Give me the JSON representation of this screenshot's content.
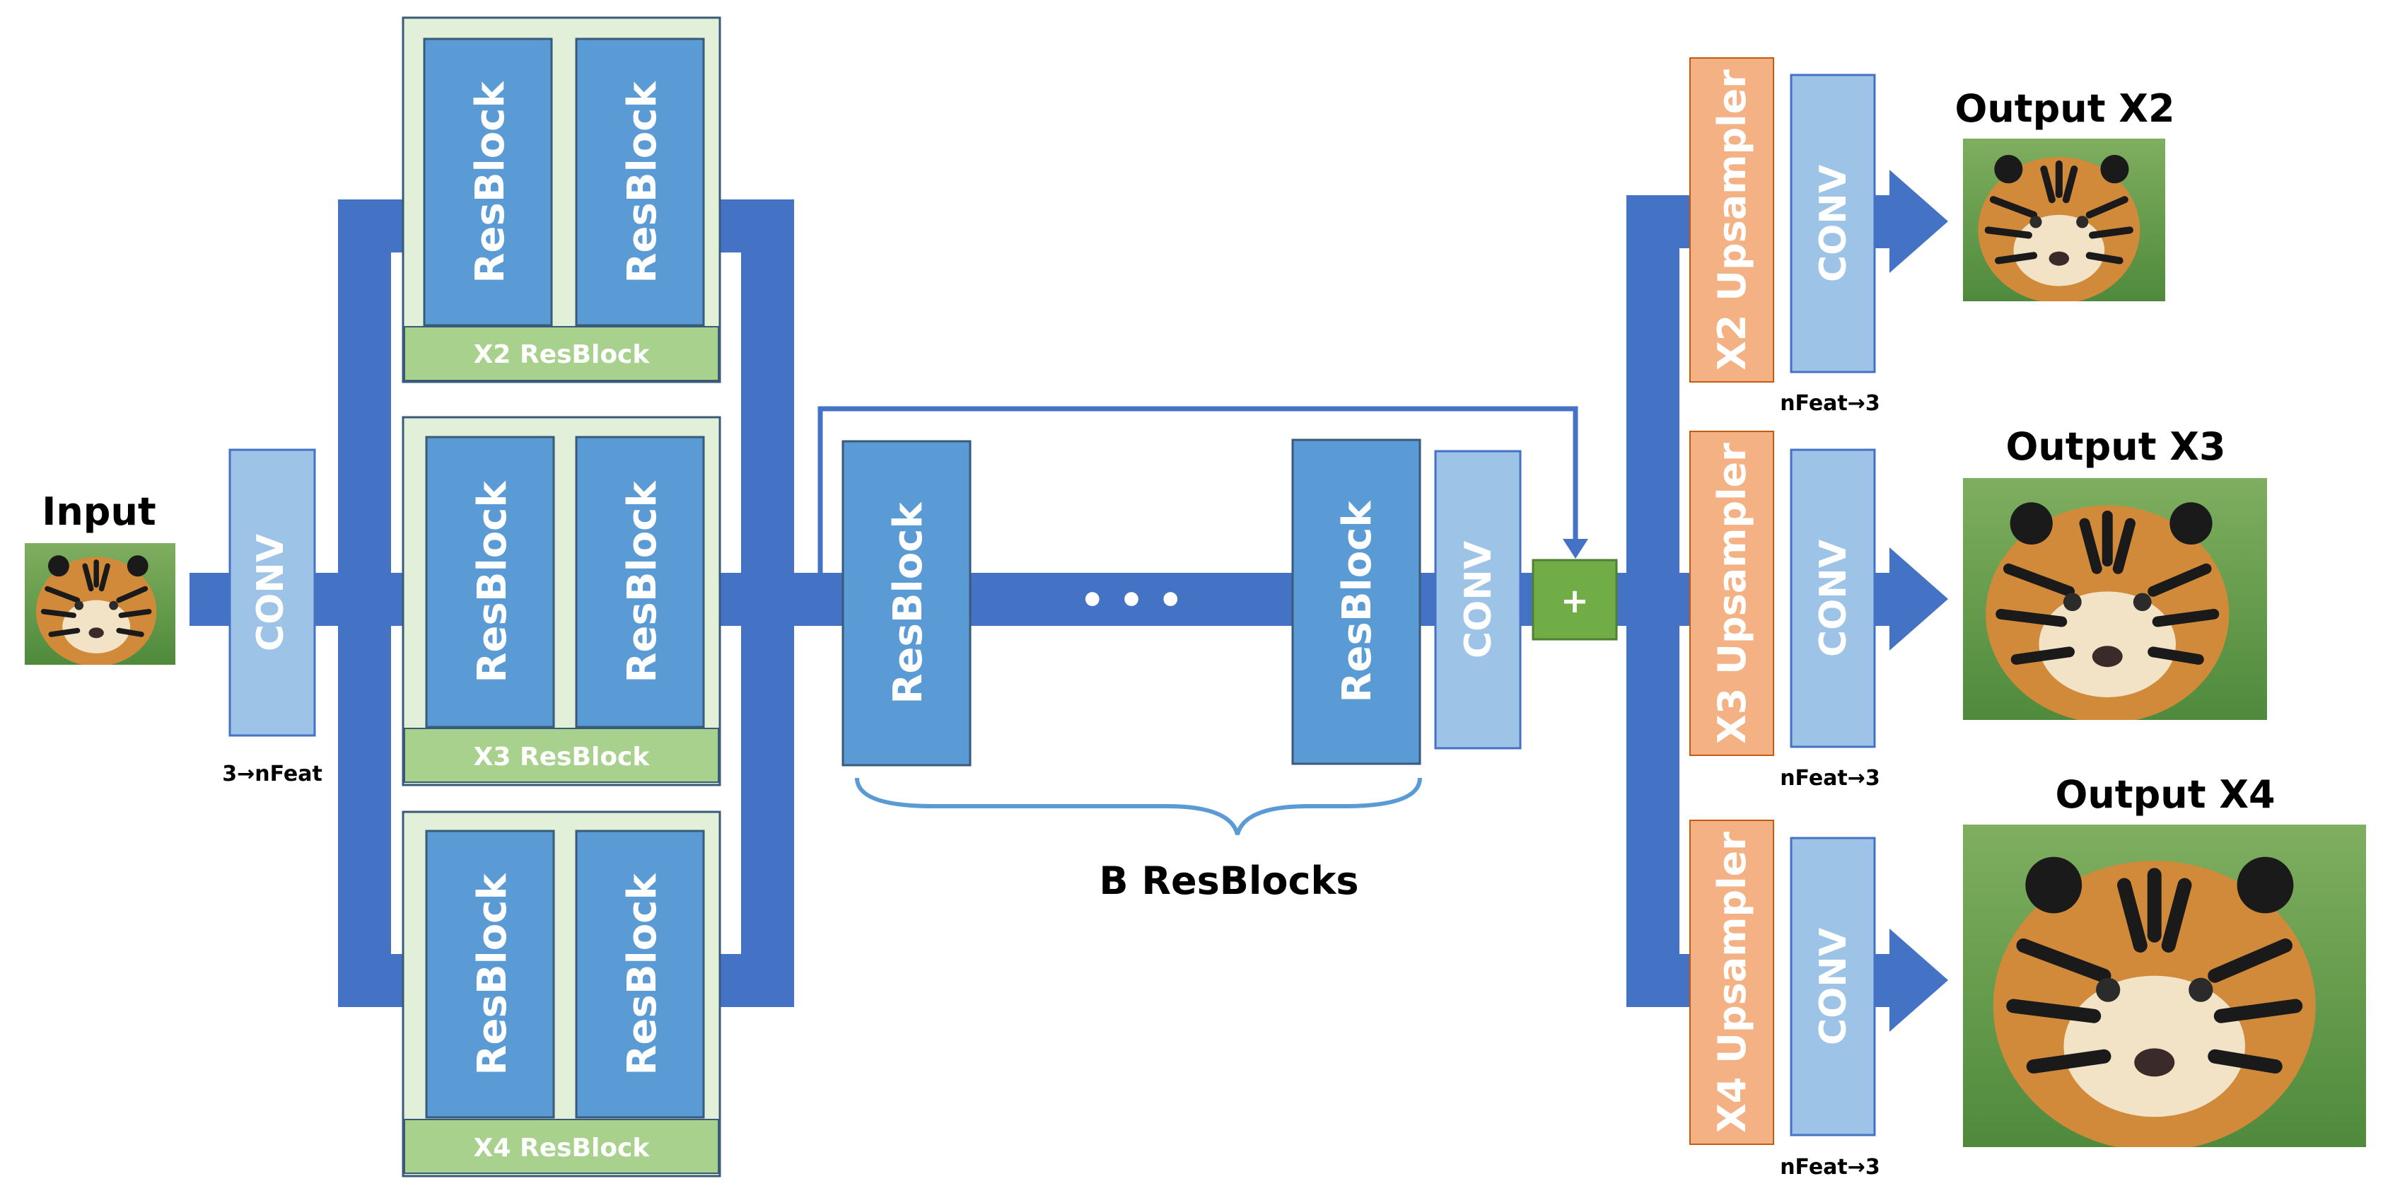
{
  "input": {
    "label": "Input"
  },
  "head_conv": {
    "label": "CONV",
    "note": "3→nFeat"
  },
  "branches": [
    {
      "block1": "ResBlock",
      "block2": "ResBlock",
      "name": "X2 ResBlock"
    },
    {
      "block1": "ResBlock",
      "block2": "ResBlock",
      "name": "X3 ResBlock"
    },
    {
      "block1": "ResBlock",
      "block2": "ResBlock",
      "name": "X4 ResBlock"
    }
  ],
  "body": {
    "first_block": "ResBlock",
    "last_block": "ResBlock",
    "ellipsis": "• • •",
    "conv": "CONV",
    "brace_label": "B ResBlocks",
    "add_symbol": "+"
  },
  "upsamplers": [
    {
      "label": "X2 Upsampler",
      "conv": "CONV",
      "note": "nFeat→3",
      "output": "Output X2"
    },
    {
      "label": "X3 Upsampler",
      "conv": "CONV",
      "note": "nFeat→3",
      "output": "Output X3"
    },
    {
      "label": "X4 Upsampler",
      "conv": "CONV",
      "note": "nFeat→3",
      "output": "Output X4"
    }
  ],
  "colors": {
    "arrow_blue": "#4472c4",
    "resblock_blue": "#5b9bd5",
    "conv_light_blue": "#9dc3e6",
    "branch_bg": "#e2f0d9",
    "branch_label_green": "#a9d18e",
    "upsampler_orange": "#f4b183",
    "add_green": "#70ad47"
  }
}
